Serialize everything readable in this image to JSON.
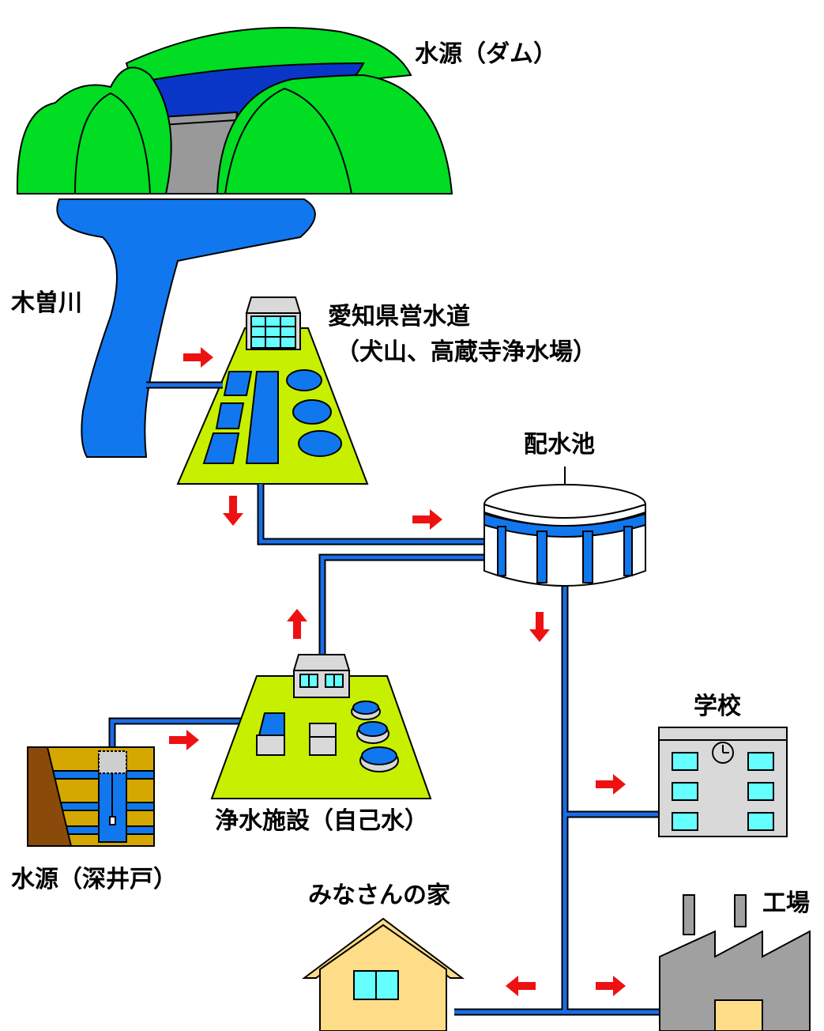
{
  "labels": {
    "dam": "水源（ダム）",
    "river": "木曽川",
    "prefectural_plant_line1": "愛知県営水道",
    "prefectural_plant_line2": "（犬山、高蔵寺浄水場）",
    "reservoir": "配水池",
    "own_plant": "浄水施設（自己水）",
    "deep_well": "水源（深井戸）",
    "school": "学校",
    "homes": "みなさんの家",
    "factory": "工場"
  },
  "colors": {
    "forest": "#00dd22",
    "water": "#1177ee",
    "dark_water": "#0a36c8",
    "pipe": "#1a6ee6",
    "ground": "#c6f000",
    "arrow": "#ee1111",
    "building": "#d9d9d9",
    "window": "#66ffff",
    "soil": "#d4a800",
    "rock": "#8a4a0a",
    "house": "#ffdd88",
    "factory": "#a0a0a0"
  },
  "icons": {
    "flow_arrow": "arrow-icon",
    "clock": "clock-icon"
  }
}
